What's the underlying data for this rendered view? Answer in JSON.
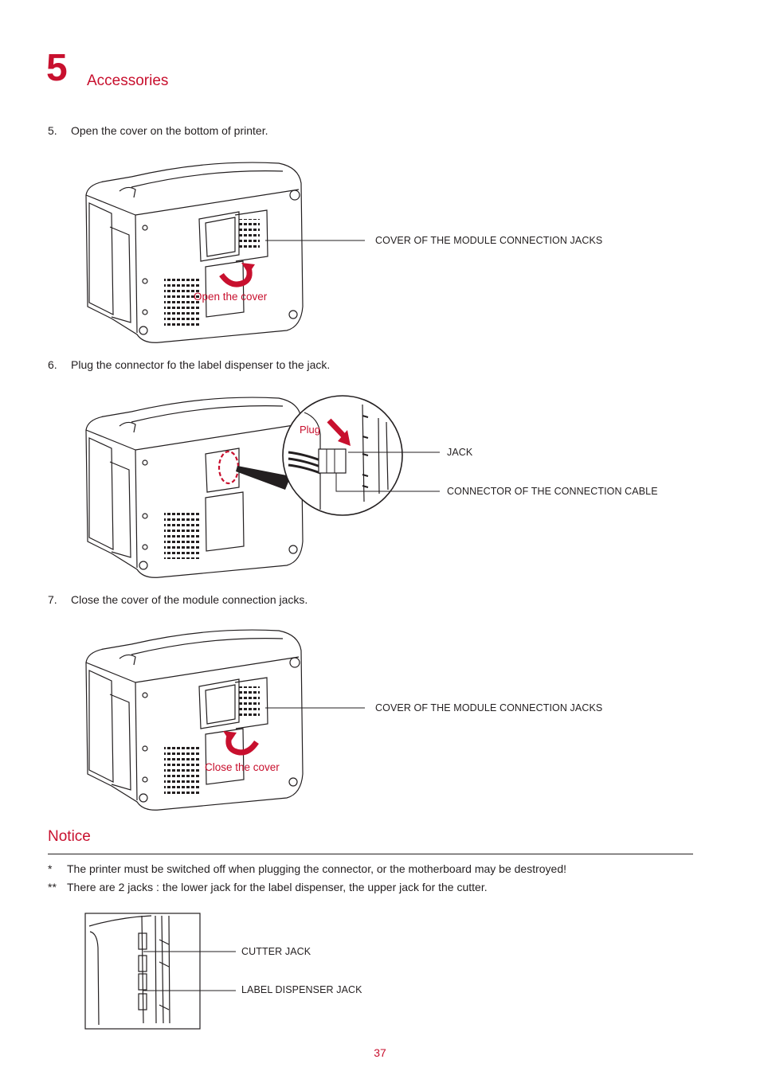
{
  "header": {
    "chapter_number": "5",
    "chapter_title": "Accessories"
  },
  "steps": [
    {
      "number": "5.",
      "text": "Open the cover on the bottom of printer."
    },
    {
      "number": "6.",
      "text": "Plug the connector fo the label dispenser to the jack."
    },
    {
      "number": "7.",
      "text": "Close the cover of the module connection jacks."
    }
  ],
  "figure1": {
    "callout": "COVER OF THE MODULE CONNECTION JACKS",
    "action_label": "Open the cover"
  },
  "figure2": {
    "plug_label": "Plug",
    "callout_jack": "JACK",
    "callout_connector": "CONNECTOR OF THE CONNECTION CABLE"
  },
  "figure3": {
    "callout": "COVER OF THE MODULE CONNECTION JACKS",
    "action_label": "Close the cover"
  },
  "notice": {
    "title": "Notice",
    "items": [
      {
        "marker": "*",
        "text": "The printer must be switched off when plugging the connector, or the motherboard may be destroyed!"
      },
      {
        "marker": "**",
        "text": "There are 2 jacks : the lower jack for the label dispenser, the upper jack for the cutter."
      }
    ]
  },
  "figure4": {
    "callout_cutter": "CUTTER JACK",
    "callout_dispenser": "LABEL DISPENSER JACK"
  },
  "footer": {
    "page_number": "37"
  },
  "colors": {
    "accent": "#c8102e",
    "text": "#231f20"
  }
}
